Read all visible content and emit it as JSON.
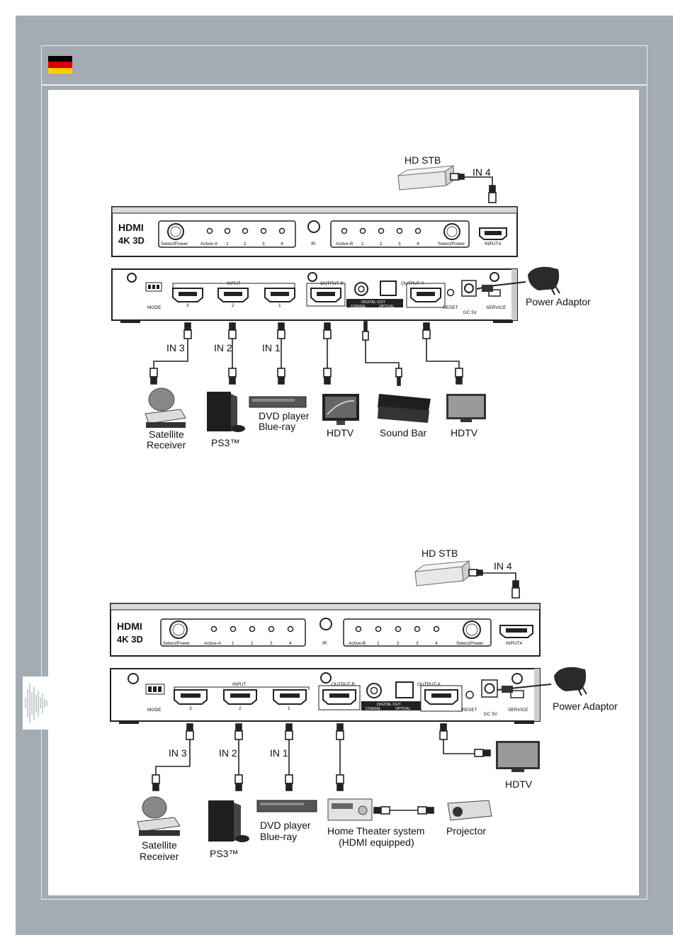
{
  "colors": {
    "frame": "#a3acb3",
    "flag": [
      "#000000",
      "#dd0000",
      "#ffce00"
    ]
  },
  "header": {
    "flag_icon": "germany-flag-icon"
  },
  "diagram1": {
    "stb": {
      "label": "HD STB",
      "cable": "IN 4"
    },
    "front_panel": {
      "logo": "HDMI",
      "logo_sub": "4K 3D",
      "select_power": "Select/Power",
      "active_a": "Active-A",
      "active_b": "Active-B",
      "leds": [
        "1",
        "2",
        "3",
        "4"
      ],
      "ir": "IR",
      "input4": "INPUT4"
    },
    "rear_panel": {
      "mode": "MODE",
      "input": "INPUT",
      "ports": [
        "3",
        "2",
        "1"
      ],
      "output_b": "OUTPUT-B",
      "output_a": "OUTPUT-A",
      "digital_out": "DIGITAL OUT",
      "coaxial": "COAXIAL",
      "optical": "OPTICAL",
      "reset": "RESET",
      "dc": "DC 5V",
      "service": "SERVICE"
    },
    "power_adaptor": "Power Adaptor",
    "cables": [
      "IN 3",
      "IN 2",
      "IN 1"
    ],
    "devices": [
      "Satellite Receiver",
      "PS3™",
      "DVD player Blue-ray",
      "HDTV",
      "Sound Bar",
      "HDTV"
    ]
  },
  "diagram2": {
    "stb": {
      "label": "HD STB",
      "cable": "IN 4"
    },
    "power_adaptor": "Power Adaptor",
    "cables": [
      "IN 3",
      "IN 2",
      "IN 1"
    ],
    "devices": [
      "Satellite Receiver",
      "PS3™",
      "DVD player Blue-ray",
      "Home Theater system (HDMI equipped)",
      "Projector",
      "HDTV"
    ]
  }
}
